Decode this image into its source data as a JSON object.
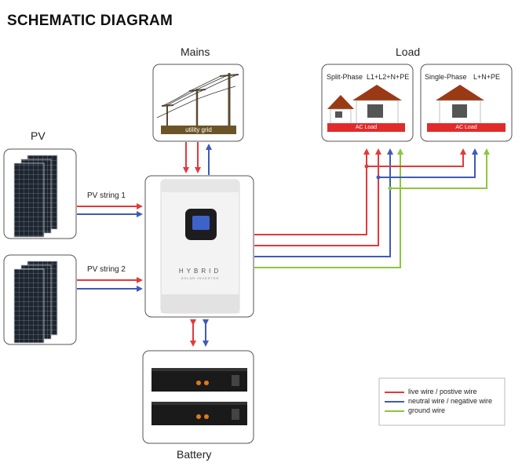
{
  "title": "SCHEMATIC DIAGRAM",
  "labels": {
    "mains": "Mains",
    "load": "Load",
    "pv": "PV",
    "battery": "Battery",
    "utility_grid": "utility grid",
    "pv_string_1": "PV string 1",
    "pv_string_2": "PV string 2",
    "split_phase": "Split-Phase",
    "split_phase_wiring": "L1+L2+N+PE",
    "single_phase": "Single-Phase",
    "single_phase_wiring": "L+N+PE",
    "ac_load": "AC Load",
    "inverter_brand": "HYBRID",
    "inverter_sub": "SOLAR INVERTER"
  },
  "legend": [
    {
      "label": "live wire / postive wire",
      "color": "#e23a3a"
    },
    {
      "label": "neutral wire / negative wire",
      "color": "#3f5bb5"
    },
    {
      "label": "ground wire",
      "color": "#8cc63f"
    }
  ],
  "colors": {
    "live": "#e23a3a",
    "neutral": "#3f5bb5",
    "ground": "#8cc63f",
    "box_border": "#555555"
  }
}
